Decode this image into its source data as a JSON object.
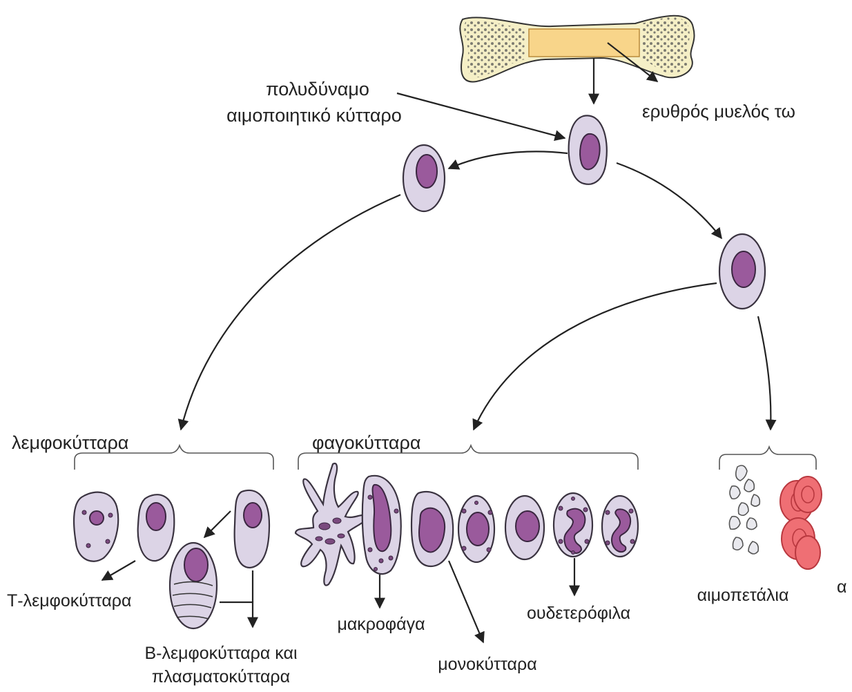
{
  "labels": {
    "bone_marrow": "ερυθρός μυελός τω",
    "stem_cell_line1": "πολυδύναμο",
    "stem_cell_line2": "αιμοποιητικό κύτταρο",
    "lymphocytes": "λεμφοκύτταρα",
    "phagocytes": "φαγοκύτταρα",
    "t_lymphocytes": "Τ-λεμφοκύτταρα",
    "b_lymphocytes_line1": "Β-λεμφοκύτταρα και",
    "b_lymphocytes_line2": "πλασματοκύτταρα",
    "macrophages": "μακροφάγα",
    "monocytes": "μονοκύτταρα",
    "neutrophils": "ουδετερόφιλα",
    "platelets": "αιμοπετάλια",
    "erythrocytes_partial": "α"
  },
  "colors": {
    "cytoplasm": "#dcd4e6",
    "nucleus": "#9a5a9c",
    "bone": "#f5efc6",
    "marrow": "#f8d58a",
    "red_cell": "#ef6f74",
    "ink": "#222222"
  }
}
